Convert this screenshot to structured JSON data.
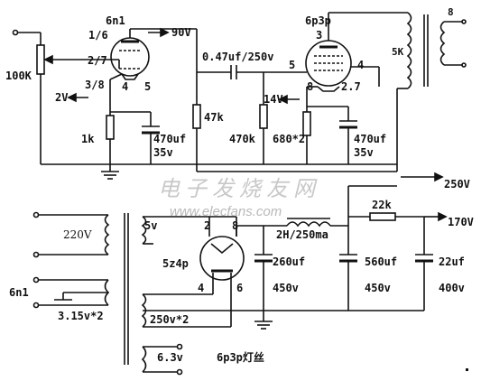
{
  "colors": {
    "ink": "#111111",
    "watermark": "#c0c0c0",
    "background": "#ffffff"
  },
  "watermark": {
    "chinese": "电子发烧友网",
    "url": "www.elecfans.com"
  },
  "tubes": {
    "driver": {
      "name": "6n1",
      "section": "1/6",
      "pins_grid": "2/7",
      "pins_cathode": "3/8",
      "pin_a": "4",
      "pin_b": "5"
    },
    "output": {
      "name": "6p3p",
      "pin_plate": "3",
      "pin_grid": "5",
      "pin_screen": "4",
      "pin_cathode": "8",
      "pin_heater": "2.7"
    },
    "rectifier": {
      "name": "5z4p",
      "pin_2": "2",
      "pin_8": "8",
      "pin_4": "4",
      "pin_6": "6"
    }
  },
  "components": {
    "volume_pot": "100K",
    "cathode_resistor_1": "1k",
    "cathode_cap_1_value": "470uf",
    "cathode_cap_1_voltage": "35v",
    "plate_resistor_1": "47k",
    "coupling_cap": "0.47uf/250v",
    "grid_resistor": "470k",
    "cathode_resistor_2": "680*2",
    "cathode_cap_2_value": "470uf",
    "cathode_cap_2_voltage": "35v",
    "output_transformer_primary": "5K",
    "output_transformer_secondary": "8",
    "choke": "2H/250ma",
    "filter_cap_1_value": "260uf",
    "filter_cap_1_voltage": "450v",
    "filter_cap_2_value": "560uf",
    "filter_cap_2_voltage": "450v",
    "filter_cap_3_value": "22uf",
    "filter_cap_3_voltage": "400v",
    "dropping_resistor": "22k"
  },
  "voltages": {
    "v90": "90V",
    "v2": "2V",
    "v14": "14V",
    "v250": "250V",
    "v170": "170V"
  },
  "power_transformer": {
    "mains": "220V",
    "winding_5v": "5v",
    "winding_6n1_label": "6n1",
    "winding_6n1_value": "3.15v*2",
    "winding_hv": "250v*2",
    "winding_63": "6.3v",
    "winding_63_note": "6p3p灯丝"
  }
}
